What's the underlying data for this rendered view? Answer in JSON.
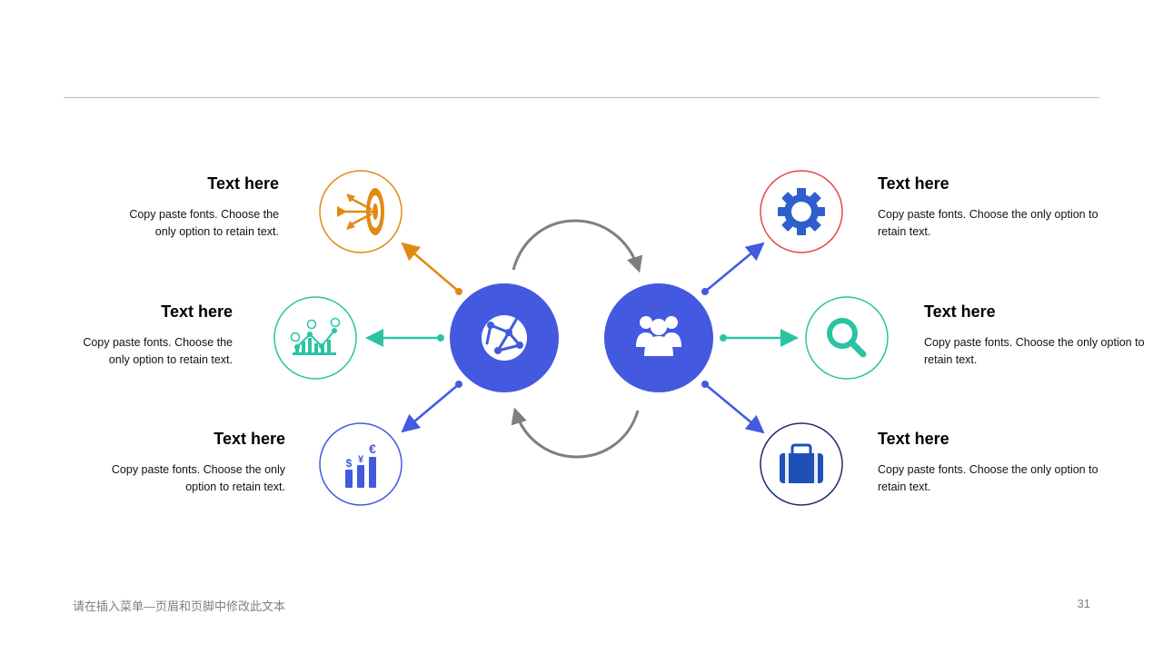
{
  "blocks": [
    {
      "title": "Text here",
      "desc": "Copy paste fonts. Choose the only option to retain text."
    },
    {
      "title": "Text here",
      "desc": "Copy paste fonts. Choose the only option to retain text."
    },
    {
      "title": "Text here",
      "desc": "Copy paste fonts. Choose the only option to retain text."
    },
    {
      "title": "Text here",
      "desc": "Copy paste fonts. Choose the only option to retain text."
    },
    {
      "title": "Text here",
      "desc": "Copy paste fonts. Choose the only option to retain text."
    },
    {
      "title": "Text here",
      "desc": "Copy paste fonts. Choose the only option to retain text."
    }
  ],
  "footer": {
    "text": "请在插入菜单—页眉和页脚中修改此文本",
    "page": "31"
  },
  "colors": {
    "hub": "#4359DF",
    "orange": "#E08A14",
    "teal": "#2BC3A4",
    "blue": "#4359DF",
    "red": "#E5484D",
    "navy": "#1B2A7A",
    "gray": "#7f7f7f"
  },
  "icons": [
    "target-icon",
    "growth-chart-icon",
    "currency-bars-icon",
    "gear-icon",
    "magnifier-icon",
    "briefcase-icon",
    "globe-network-icon",
    "people-group-icon"
  ]
}
